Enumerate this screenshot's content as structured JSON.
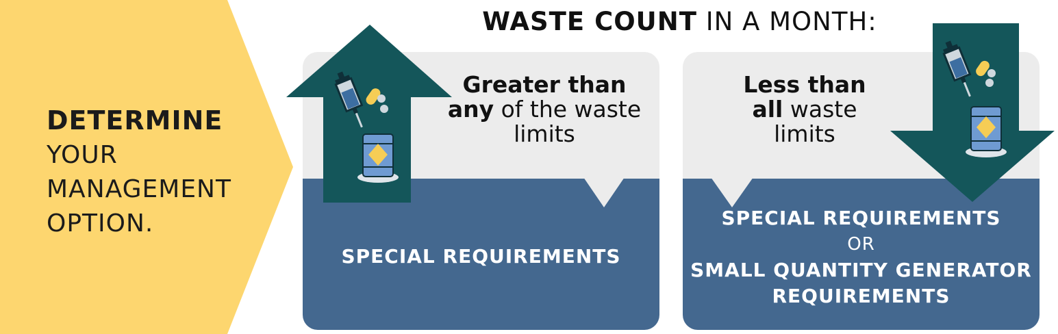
{
  "header": {
    "title_bold": "WASTE COUNT",
    "title_light": "IN A MONTH:"
  },
  "left_panel": {
    "line1": "DETERMINE",
    "line2": "YOUR",
    "line3": "MANAGEMENT",
    "line4": "OPTION."
  },
  "greater_option": {
    "line1": "Greater than",
    "line2_bold": "any",
    "line2_rest": " of the waste",
    "line3": "limits",
    "requirement": "SPECIAL REQUIREMENTS"
  },
  "less_option": {
    "line1": "Less than",
    "line2_bold": "all",
    "line2_rest": " waste",
    "line3": "limits",
    "requirement_1": "SPECIAL REQUIREMENTS",
    "connector": "OR",
    "requirement_2a": "SMALL QUANTITY GENERATOR",
    "requirement_2b": "REQUIREMENTS"
  },
  "colors": {
    "chevron": "#fdd66f",
    "arrow": "#14565a",
    "panel_top": "#ececec",
    "panel_bottom": "#44688f",
    "barrel": "#6f9bd2",
    "hazard": "#f6cd55"
  },
  "icons": [
    "up-arrow-icon",
    "down-arrow-icon",
    "syringe-icon",
    "pills-icon",
    "barrel-icon"
  ]
}
